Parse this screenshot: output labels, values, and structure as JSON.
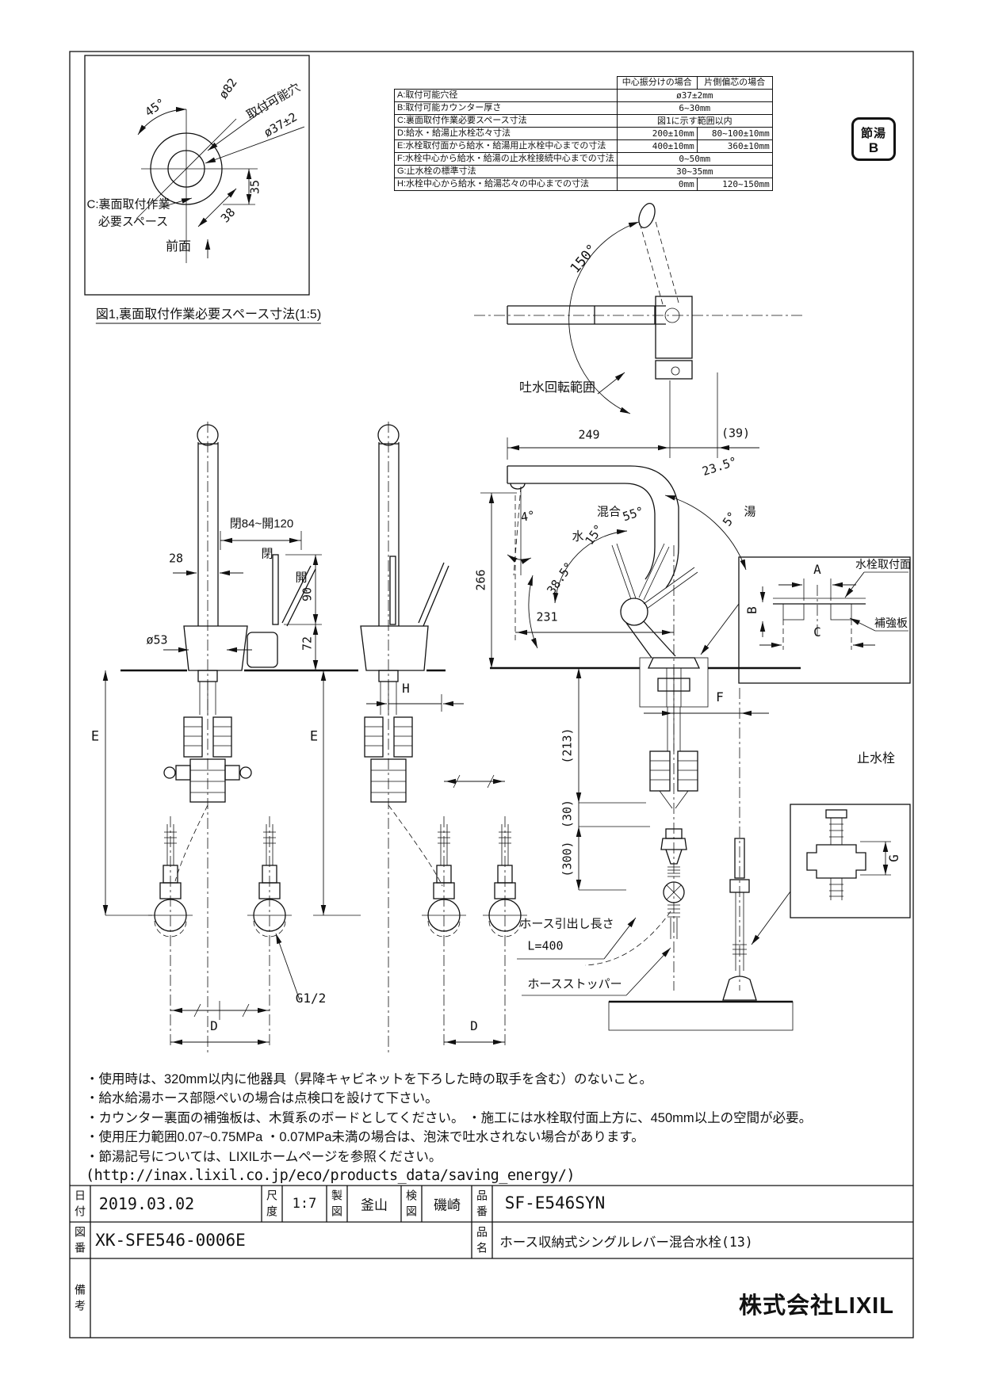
{
  "fig1": {
    "caption": "図1,裏面取付作業必要スペース寸法(1:5)",
    "angle": "45°",
    "outer_dia": "ø82",
    "hole_label": "取付可能穴",
    "hole_dia": "ø37±2",
    "dim_35": "35",
    "dim_38": "38",
    "space_note_1": "C:裏面取付作業",
    "space_note_2": "必要スペース",
    "front": "前面"
  },
  "spec_table": {
    "headers": [
      "中心振分けの場合",
      "片側偏芯の場合"
    ],
    "rows": [
      {
        "label": "A:取付可能穴径",
        "value": "ø37±2mm"
      },
      {
        "label": "B:取付可能カウンター厚さ",
        "value": "6~30mm"
      },
      {
        "label": "C:裏面取付作業必要スペース寸法",
        "value": "図1に示す範囲以内"
      },
      {
        "label": "D:給水・給湯止水栓芯々寸法",
        "center": "200±10mm",
        "offset": "80~100±10mm"
      },
      {
        "label": "E:水栓取付面から給水・給湯用止水栓中心までの寸法",
        "center": "400±10mm",
        "offset": "360±10mm"
      },
      {
        "label": "F:水栓中心から給水・給湯の止水栓接続中心までの寸法",
        "value": "0~50mm"
      },
      {
        "label": "G:止水栓の標準寸法",
        "value": "30~35mm"
      },
      {
        "label": "H:水栓中心から給水・給湯芯々の中心までの寸法",
        "center": "0mm",
        "offset": "120~150mm"
      }
    ]
  },
  "badge": {
    "top": "節湯",
    "bottom": "B"
  },
  "top_view": {
    "angle": "150°",
    "caption": "吐水回転範囲"
  },
  "side_view": {
    "reach": "249",
    "offset": "(39)",
    "tilt_back": "23.5°",
    "hot": "湯",
    "hot_angle": "5°",
    "mix": "混合",
    "mix_angle": "55°",
    "cold": "水",
    "cold_angle": "15°",
    "tip_angle": "4°",
    "swing": "38.5°",
    "height": "266",
    "depth": "231",
    "h213": "(213)",
    "h30": "(30)",
    "h300": "(300)",
    "f": "F",
    "hose_len_1": "ホース引出し長さ",
    "hose_len_2": "L=400",
    "hose_stopper": "ホースストッパー"
  },
  "front_view": {
    "pipe": "28",
    "lever_range": "閉84~開120",
    "closed": "閉",
    "open": "開",
    "lever_h": "90",
    "body_h": "72",
    "body_dia": "ø53",
    "e": "E",
    "h": "H",
    "d": "D",
    "thread": "G1/2"
  },
  "mount_detail": {
    "a": "A",
    "b": "B",
    "c": "C",
    "surface": "水栓取付面",
    "plate": "補強板"
  },
  "valve_detail": {
    "title": "止水栓",
    "g": "G"
  },
  "notes": [
    "・使用時は、320mm以内に他器具（昇降キャビネットを下ろした時の取手を含む）のないこと。",
    "・給水給湯ホース部隠ぺいの場合は点検口を設けて下さい。",
    "・カウンター裏面の補強板は、木質系のボードとしてください。 ・施工には水栓取付面上方に、450mm以上の空間が必要。",
    "・使用圧力範囲0.07~0.75MPa ・0.07MPa未満の場合は、泡沫で吐水されない場合があります。",
    "・節湯記号については、LIXILホームページを参照ください。",
    "(http://inax.lixil.co.jp/eco/products_data/saving_energy/)"
  ],
  "title_block": {
    "date_label": "日\n付",
    "date": "2019.03.02",
    "scale_label": "尺\n度",
    "scale": "1:7",
    "draft_label": "製\n図",
    "draft": "釜山",
    "check_label": "検\n図",
    "check": "磯崎",
    "part_label": "品\n番",
    "part_no": "SF-E546SYN",
    "dwg_label": "図\n番",
    "dwg_no": "XK-SFE546-0006E",
    "name_label": "品\n名",
    "product_name": "ホース収納式シングルレバー混合水栓(13)",
    "remarks_label": "備\n考",
    "company": "株式会社LIXIL"
  }
}
